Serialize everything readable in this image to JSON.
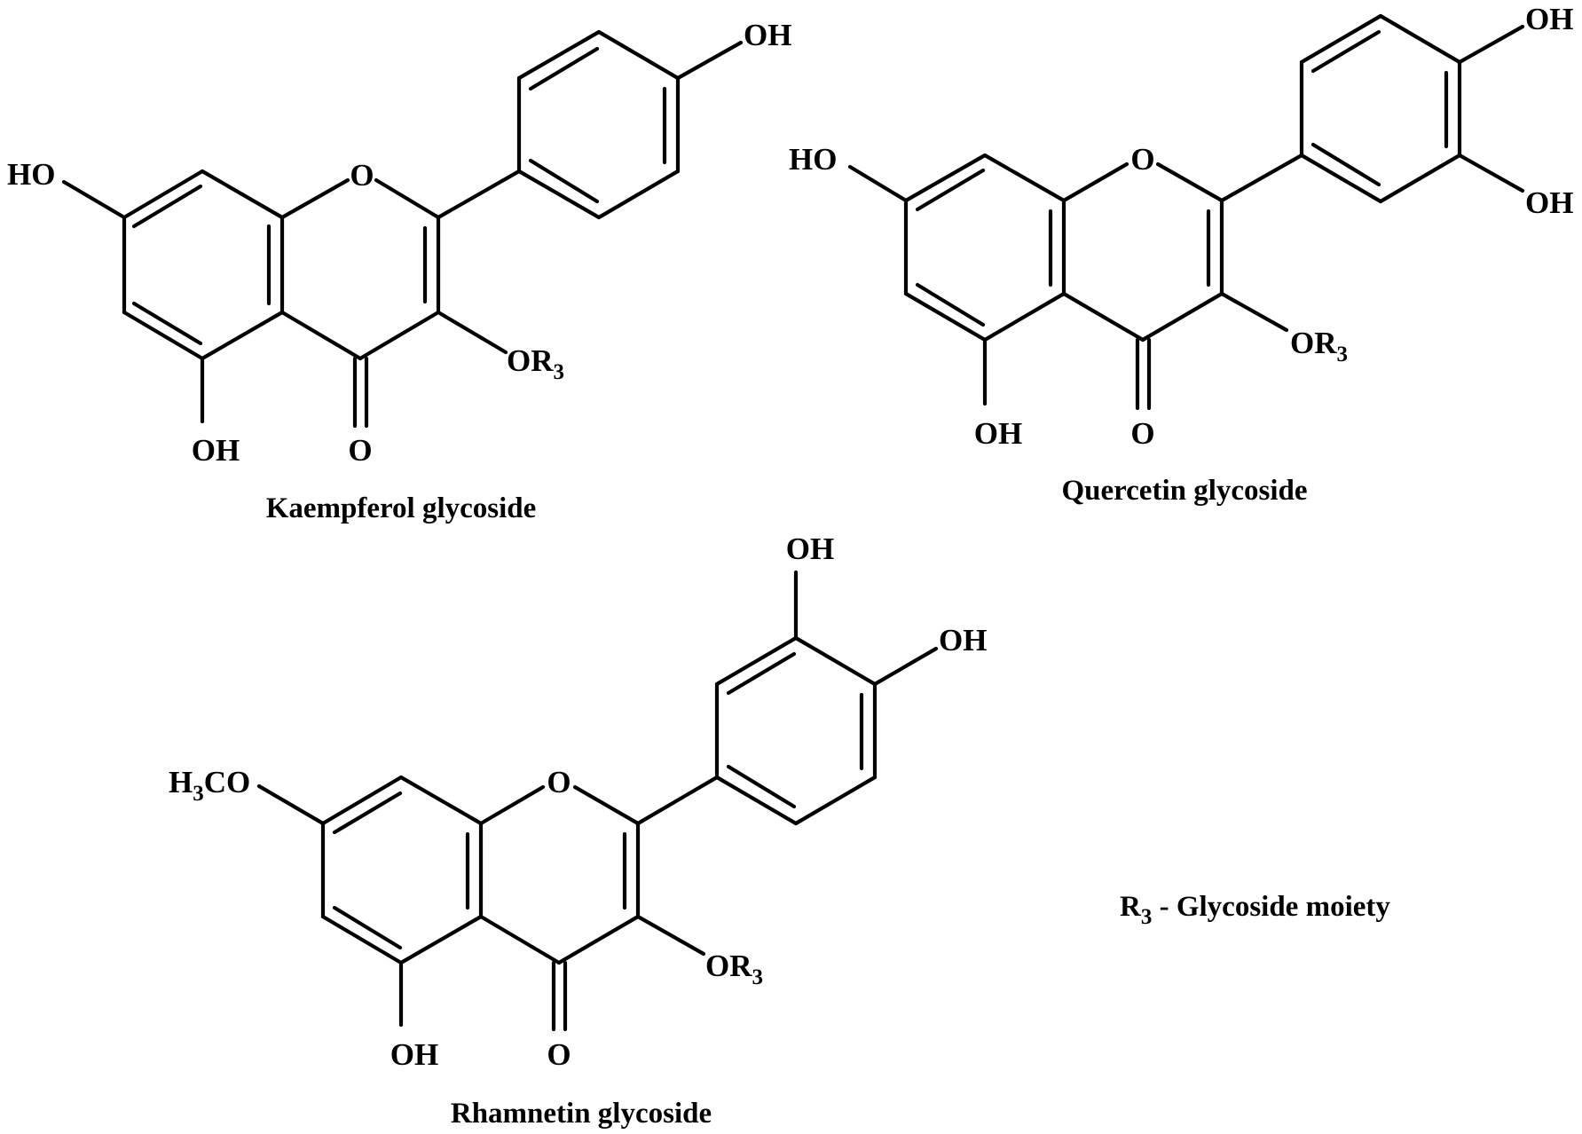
{
  "structures": [
    {
      "id": "kaempferol",
      "name": "Kaempferol glycoside",
      "labels": {
        "oh_7": "HO",
        "oh_5": "OH",
        "o_ring": "O",
        "o_carbonyl": "O",
        "or3": "OR",
        "or3_sub": "3",
        "oh_4p": "OH"
      }
    },
    {
      "id": "quercetin",
      "name": "Quercetin glycoside",
      "labels": {
        "oh_7": "HO",
        "oh_5": "OH",
        "o_ring": "O",
        "o_carbonyl": "O",
        "or3": "OR",
        "or3_sub": "3",
        "oh_4p": "OH",
        "oh_3p": "OH"
      }
    },
    {
      "id": "rhamnetin",
      "name": "Rhamnetin glycoside",
      "labels": {
        "och3_7_h": "H",
        "och3_7_sub": "3",
        "och3_7_co": "CO",
        "oh_5": "OH",
        "o_ring": "O",
        "o_carbonyl": "O",
        "or3": "OR",
        "or3_sub": "3",
        "oh_3p": "OH",
        "oh_4p": "OH"
      }
    }
  ],
  "legend": {
    "r": "R",
    "r_sub": "3",
    "text": " - Glycoside moiety"
  },
  "colors": {
    "ink": "#000000",
    "background": "#ffffff"
  }
}
